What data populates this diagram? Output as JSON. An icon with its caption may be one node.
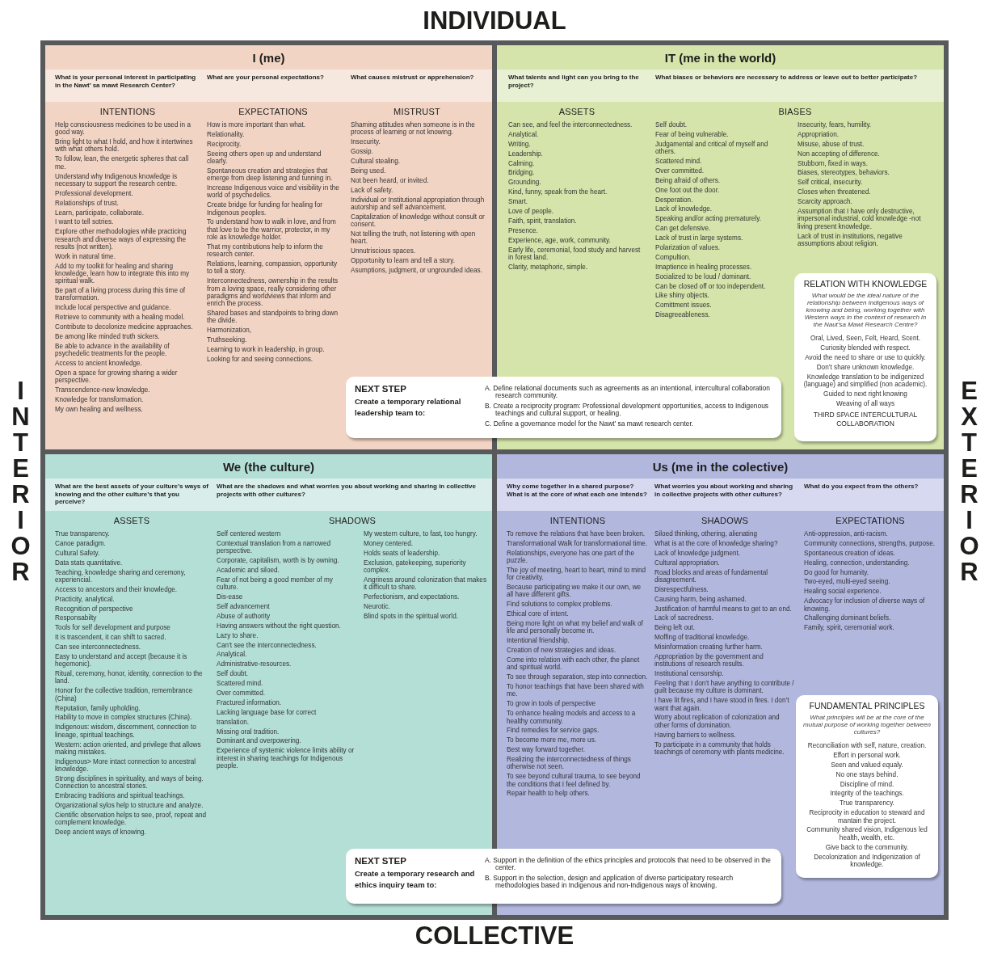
{
  "diagram": {
    "nodes": [
      {
        "text": [
          "I (me)",
          "INTENTIONS",
          "Help consciousness medicines to be used in a good way.",
          "Bring light to what I hold, and how it intertwines with what others hold.",
          "To follow, lean, the energetic spheres that call me.",
          "Understand why Indigenous knowledge is necessary to support the research centre.",
          "Professional development.",
          "Relationships of trust.",
          "Learn, participate, collaborate.",
          "I want to tell sotries.",
          "Explore other methodologies while practicing research and diverse ways of expressing the results (not written).",
          "Work in natural time.",
          "Add to my toolkit for healing and sharing knowledge, learn how to integrate this into my spiritual walk.",
          "Be part of a living process during this time of transformation.",
          "Include local perspective and guidance.",
          "Retrieve to community with a healing model.",
          "Contribute to decolonize medicine approaches.",
          "Be among like minded truth sickers.",
          "Be able to advance in the availability of psychedelic treatments for the people.",
          "Access to ancient knowledge.",
          "Open a space for growing sharing a wider perspective.",
          "Transcendence-new knowledge.",
          "Knowledge for transformation.",
          "My own healing and wellness.",
          "EXPECTATIONS",
          "How is more important than what.",
          "Relationality.",
          "Reciprocity.",
          "Seeing others open up and understand clearly.",
          "Spontaneous creation and strategies that emerge from deep listening and tunning in.",
          "Increase Indigenous voice and visibility in the world of psychedelics.",
          "Create bridge for funding for healing for Indigenous peoples.",
          "To understand how to walk in love, and from that love to be the warrior, protector, in my role as knowledge holder.",
          "That my contributions help to inform the research center.",
          "Relations, learning, compassion, opportunity to tell a story.",
          "Interconnectedness, ownership in the results from a loving space, really considering other paradigms and worldviews that inform and enrich the process.",
          "Shared bases and standpoints to bring down the divide.",
          "Harmonization,",
          "Truthseeking.",
          "Learning to work in leadership, in group.",
          "Looking for and seeing connections.",
          "MISTRUST",
          "Shaming attitudes when someone is in the process of learning or not knowing.",
          "Insecurity.",
          "Gossip.",
          "Cultural stealing.",
          "Being used.",
          "Not been heard, or invited.",
          "Lack of safety.",
          "Individual or Institutional appropiation through autorship and self advancement.",
          "Capitalization of knowledge without consult or consent.",
          "Not telling the truth, not listening with open heart.",
          "Unnutriscious spaces.",
          "Opportunity to learn and tell a story.",
          "Asumptions, judgment, or ungrounded ideas."
        ]
      },
      {
        "text": [
          "What is your personal interest in participating in the Nawt’ sa mawt Research Center?",
          "What are your personal expectations?",
          "What causes mistrust or apprehension?"
        ],
        "in": 0
      },
      {
        "text": [
          "IT (me in the world)",
          "ASSETS",
          "Can see, and feel the interconnectedness.",
          "Analytical.",
          "Writing.",
          "Leadership.",
          "Calming.",
          "Bridging.",
          "Grounding.",
          "Kind, funny, speak from the heart.",
          "Smart.",
          "Love of people.",
          "Faith, spirit, translation.",
          "Presence.",
          "Experience, age, work, community.",
          "Early life, ceremonial, food study and harvest in forest land.",
          "Clarity, metaphoric, simple.",
          "BIASES",
          "Self doubt.",
          "Fear of being vulnerable.",
          "Judgamental and critical of myself and others.",
          "Scattered mind.",
          "Over committed.",
          "Being afraid of others.",
          "One foot out the door.",
          "Desperation.",
          "Lack of knowledge.",
          "Speaking and/or acting prematurely.",
          "Can get defensive.",
          "Lack of trust in large systems.",
          "Polarization of values.",
          "Compultion.",
          "Imaptience in healing processes.",
          "Socialized to be loud / dominant.",
          "Can be closed off or too independent.",
          "Like shiny objects.",
          "Comittment issues.",
          "Disagreeableness.",
          "Insecurity, fears, humility.",
          "Appropriation.",
          "Misuse, abuse of trust.",
          "Non accepting of difference.",
          "Stubborn, fixed in ways.",
          "Biases, stereotypes, behaviors.",
          "Self critical, insecurity.",
          "Closes when threatened.",
          "Scarcity approach.",
          "Assumption that I have only destructive, impersonal industrial, cold knowledge -not living present knowledge.",
          "Lack of trust in institutions, negative assumptions about religion."
        ]
      },
      {
        "text": [
          "What talents and light can you bring to the project?",
          "What biases or behaviors are necessary to address or leave out to better participate?"
        ],
        "in": 2
      },
      {
        "text": [
          "RELATION WITH KNOWLEDGE",
          "What would be the ideal nature of the relationship between Indigenous ways of knowing and being, working together with Western ways in the context of research in the Naut’sa Mawt Research Centre?",
          "Oral, Lived, Seen, Felt, Heard, Scent.",
          "Curiosity blended with respect.",
          "Avoid the need to share or use to quickly.",
          "Don’t share unknown knowledge.",
          "Knowledge translation to be indigenized (language) and simplified (non academic).",
          "Guided to next right knowing",
          "Weaving of all ways",
          "THIRD SPACE INTERCULTURAL COLLABORATION"
        ],
        "in": 2
      },
      {
        "text": [
          "NEXT STEP",
          "Create a temporary relational leadership team to:",
          "A. Define relational documents such as agreements as an intentional, intercultural collaboration research community.",
          "B. Create a reciprocity program: Professional development opportunities, access to Indigenous teachings and cultural support, or healing.",
          "C. Define a governance model for the Nawt’ sa mawt research center."
        ]
      },
      {
        "text": [
          "We (the culture)",
          "ASSETS",
          "True transparency.",
          "Canoe paradigm.",
          "Cultural Safety.",
          "Data stats quantitative.",
          "Teaching, knowledge sharing and ceremony, experiencial.",
          "Access to ancestors and their knowledge.",
          "Practicity, analytical.",
          "Recognition of perspective",
          "Responsabilty",
          "Tools for self development and purpose",
          "It is trascendent, it can shift to sacred.",
          "Can see interconnectedness.",
          "Easy to understand and accept (because it is hegemonic).",
          "Ritual, ceremony, honor, identity, connection to the land.",
          "Honor for the collective tradition, remembrance (China)",
          "Reputation, family upholding.",
          "Hability to move in complex structures (China).",
          "Indigenous: wisdom, discernment, connection to lineage, spiritual teachings.",
          "Western: action oriented, and privilege that allows making mistakes.",
          "Indigenous> More intact connection to ancestral knowledge.",
          "Strong disciplines in spirituality, and ways of being. Connection to ancestral stories.",
          "Embracing traditions and spiritual teachings.",
          "Organizational sylos help to structure and analyze.",
          "Cientific observation helps to see, proof, repeat and complement knowledge.",
          "Deep ancient ways of knowing.",
          "SHADOWS",
          "Self centered western",
          "Contextual translation from a narrowed perspective.",
          "Corporate, capitalism, worth is by owning.",
          "Academic and siloed.",
          "Fear of not being a good member of my culture.",
          "Dis-ease",
          "Self advancement",
          "Abuse of authority",
          "Having answers without the right question.",
          "Lazy to share.",
          "Can’t see the interconnectedness.",
          "Analytical.",
          "Administrative-resources.",
          "Self doubt.",
          "Scattered mind.",
          "Over committed.",
          "Fractured information.",
          "Lacking language base for correct",
          "translation.",
          "Missing oral tradition.",
          "Dominant and overpowering.",
          "Experience of systemic violence limits ability or interest in sharing teachings for Indigenous people.",
          "My western culture, to fast, too hungry.",
          "Money centered.",
          "Holds seats of leadership.",
          "Exclusion, gatekeeping, superiority complex.",
          "Angriness around colonization that makes it difficult to share.",
          "Perfectionism, and expectations.",
          "Neurotic.",
          "Blind spots in the spiritual world."
        ]
      },
      {
        "text": [
          "What are the best assets of your culture’s ways of knowing and the other culture’s that you perceive?",
          "What are the shadows and what worries you about working and sharing in collective projects with other cultures?"
        ],
        "in": 6
      },
      {
        "text": [
          "Us (me in the colective)",
          "INTENTIONS",
          "To remove the relations that have been broken.",
          "Transformational Walk for transformational time.",
          "Relationships, everyone has one part of the puzzle.",
          "The joy of meeting, heart to heart, mind to mind for creativity.",
          "Because participating we make it our own, we all have different gifts.",
          "Find solutions to complex problems.",
          "Ethical core of intent.",
          "Being more light on what my belief and walk of life and personally become in.",
          "Intentional friendship.",
          "Creation of new strategies and ideas.",
          "Come into relation with each other, the planet and spiritual world.",
          "To see through separation, step into connection.",
          "To honor teachings that have been shared with me.",
          "To grow in tools of perspective",
          "To enhance healing models and access to a healthy community.",
          "Find remedies for service gaps.",
          "To become more me, more us.",
          "Best way forward together.",
          "Realizing the interconnectedness of things otherwise not seen.",
          "To see beyond cultural trauma, to see beyond the conditions that I feel defined by.",
          "Repair health to help others.",
          "SHADOWS",
          "Siloed thinking, othering, alienating",
          "What is at the core of knowledge sharing?",
          "Lack of knowledge judgment.",
          "Cultural appropriation.",
          "Road blocks and areas of fundamental disagreement.",
          "Disrespectfulness.",
          "Causing harm, being ashamed.",
          "Justification of harmful means to get to an end.",
          "Lack of sacredness.",
          "Being left out.",
          "Moffing of traditional knowledge.",
          "Misinformation creating further harm.",
          "Appropriation by the government and institutions of research results.",
          "Institutional censorship.",
          "Feeling that I don’t have anything to contribute / guilt because my culture is dominant.",
          "I have lit fires, and I have stood in fires. I don’t want that again.",
          "Worry about replication of colonization and other forms of domination.",
          "Having barriers to wellness.",
          "To participate in a community that holds teachings of ceremony with plants medicine.",
          "EXPECTATIONS",
          "Anti-oppression, anti-racism.",
          "Community connections, strengths, purpose.",
          "Spontaneous creation of ideas.",
          "Healing, connection, understanding.",
          "Do good for humanity.",
          "Two-eyed, multi-eyed seeing.",
          "Healing social experience.",
          "Advocacy for inclusion of diverse ways of knowing.",
          "Challenging dominant beliefs.",
          "Family, spirit, ceremonial work."
        ]
      },
      {
        "text": [
          "Why come together in a shared purpose? What is at the core of what each one intends?",
          "What worries you about working and sharing in collective projects with other cultures?",
          "What do you expect from the others?"
        ],
        "in": 8
      },
      {
        "text": [
          "FUNDAMENTAL PRINCIPLES",
          "What principles will be at the core of the mutual purpose of working together between cultures?",
          "Reconciliation with self, nature, creation.",
          "Effort in personal work.",
          "Seen and valued equaly.",
          "No one stays behind.",
          "Discipline of mind.",
          "Integrity of the teachings.",
          "True transparency.",
          "Reciprocity in education to steward and mantain the project.",
          "Community shared vision, Indigenous led health, wealth, etc.",
          "Give back to the community.",
          "Decolonization and Indigenization of knowledge."
        ],
        "in": 8
      },
      {
        "text": [
          "NEXT STEP",
          "Create a temporary research and ethics inquiry team to:",
          "A. Support in the definition of the ethics principles and protocols that need to be observed in the center.",
          "B. Support in the selection, design and application of diverse participatory research methodologies based in Indigenous and non-Indigenous ways of knowing."
        ]
      }
    ],
    "labels": [
      "INDIVIDUAL",
      "INTERIOR",
      "EXTERIOR",
      "COLLECTIVE"
    ]
  }
}
